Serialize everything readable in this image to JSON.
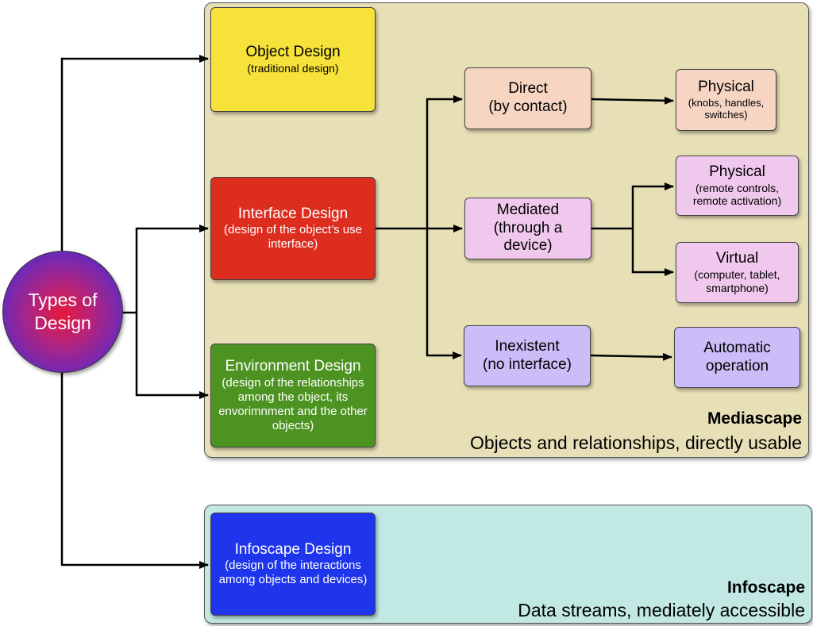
{
  "root": {
    "line1": "Types of",
    "line2": "Design"
  },
  "mediascape": {
    "title": "Mediascape",
    "subtitle": "Objects and relationships, directly usable",
    "color": "#e7e0b7"
  },
  "infoscape": {
    "title": "Infoscape",
    "subtitle": "Data streams, mediately accessible",
    "color": "#c1e8e3"
  },
  "design_types": {
    "object": {
      "title": "Object Design",
      "subtitle": "(traditional design)",
      "color": "#f6e23a"
    },
    "interface": {
      "title": "Interface Design",
      "subtitle": "(design of the object’s use interface)",
      "color": "#dd2d1f"
    },
    "environment": {
      "title": "Environment Design",
      "subtitle": "(design of the relationships among the object, its envorimnment and the other objects)",
      "color": "#4d9322"
    },
    "infoscape": {
      "title": "Infoscape Design",
      "subtitle": "(design of the interactions among objects and devices)",
      "color": "#1e35ec"
    }
  },
  "interface_modes": {
    "direct": {
      "line1": "Direct",
      "line2": "(by contact)",
      "color": "#f6d5c3"
    },
    "mediated": {
      "line1": "Mediated",
      "line2": "(through a",
      "line3": "device)",
      "color": "#f1c8ed"
    },
    "inexistent": {
      "line1": "Inexistent",
      "line2": "(no interface)",
      "color": "#cbbdf7"
    }
  },
  "outcomes": {
    "physical_direct": {
      "title": "Physical",
      "subtitle": "(knobs, handles, switches)"
    },
    "physical_mediated": {
      "title": "Physical",
      "subtitle": "(remote controls, remote activation)"
    },
    "virtual": {
      "title": "Virtual",
      "subtitle": "(computer, tablet, smartphone)"
    },
    "automatic": {
      "line1": "Automatic",
      "line2": "operation"
    }
  }
}
